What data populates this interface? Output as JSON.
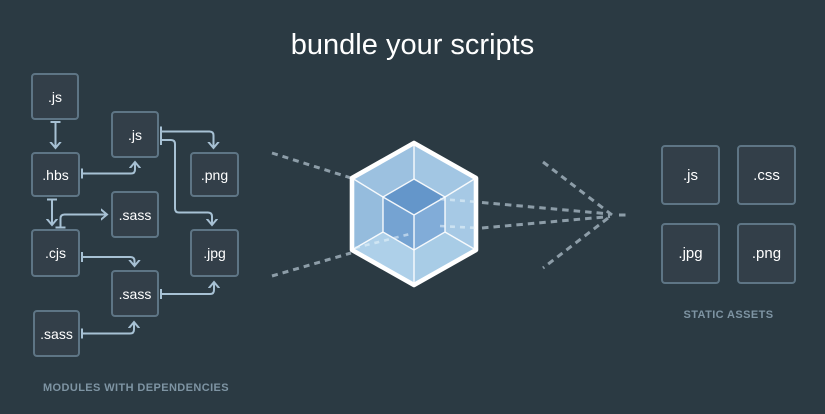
{
  "title": "bundle your scripts",
  "left_section": {
    "label": "MODULES WITH DEPENDENCIES",
    "boxes": [
      {
        "id": "js-top",
        "label": ".js"
      },
      {
        "id": "js-mid",
        "label": ".js"
      },
      {
        "id": "hbs",
        "label": ".hbs"
      },
      {
        "id": "png",
        "label": ".png"
      },
      {
        "id": "sass-top",
        "label": ".sass"
      },
      {
        "id": "cjs",
        "label": ".cjs"
      },
      {
        "id": "jpg",
        "label": ".jpg"
      },
      {
        "id": "sass-mid",
        "label": ".sass"
      },
      {
        "id": "sass-bottom",
        "label": ".sass"
      }
    ],
    "connections": [
      {
        "from": "js-top",
        "to": "hbs"
      },
      {
        "from": "hbs",
        "to": "js-mid"
      },
      {
        "from": "js-mid",
        "to": "png"
      },
      {
        "from": "js-mid",
        "to": "jpg"
      },
      {
        "from": "hbs",
        "to": "cjs"
      },
      {
        "from": "cjs",
        "to": "sass-top"
      },
      {
        "from": "cjs",
        "to": "sass-mid"
      },
      {
        "from": "sass-bottom",
        "to": "sass-mid"
      },
      {
        "from": "sass-mid",
        "to": "jpg"
      }
    ]
  },
  "right_section": {
    "label": "STATIC ASSETS",
    "boxes": [
      {
        "id": "js",
        "label": ".js"
      },
      {
        "id": "css",
        "label": ".css"
      },
      {
        "id": "jpg",
        "label": ".jpg"
      },
      {
        "id": "png",
        "label": ".png"
      }
    ]
  },
  "center": {
    "logo": "webpack-cube"
  },
  "colors": {
    "background": "#2b3a43",
    "title_text": "#ffffff",
    "box_fill": "#333f49",
    "box_border": "#5e7585",
    "box_text": "#ffffff",
    "section_label_text": "#7e94a3",
    "arrow": "#a7c1d4",
    "dotted_line": "#8d9da8",
    "cube_outline": "#ffffff",
    "cube_outer_face": "#a3c7e4",
    "cube_inner_top": "#6496ca",
    "cube_inner_left": "#75a3d2",
    "cube_inner_right": "#81acd8"
  }
}
